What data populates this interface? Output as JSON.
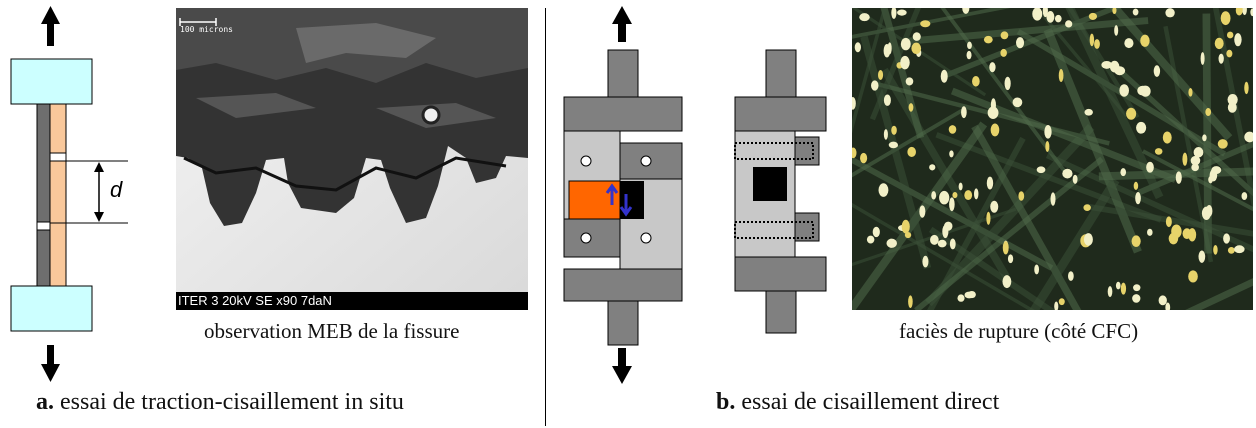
{
  "panel_a": {
    "dimension_label": "d",
    "sem_image": {
      "scale_label": "100 microns",
      "info_bar": "ITER 3  20kV  SE  x90  7daN"
    },
    "sem_caption": "observation MEB de la fissure",
    "caption_bold": "a.",
    "caption_rest": " essai de traction-cisaillement in situ"
  },
  "panel_b": {
    "micrograph_caption": "faciès de rupture (côté CFC)",
    "caption_bold": "b.",
    "caption_rest": " essai de cisaillement direct"
  },
  "colors": {
    "grip_cyan": "#ccffff",
    "cfc_tan": "#f9c89b",
    "tungsten_gray": "#6e6e6e",
    "fixture_dark": "#808080",
    "fixture_light": "#c8c8c8",
    "sample_orange": "#ff6600",
    "sample_black": "#000000",
    "shear_arrow_blue": "#3333cc"
  }
}
